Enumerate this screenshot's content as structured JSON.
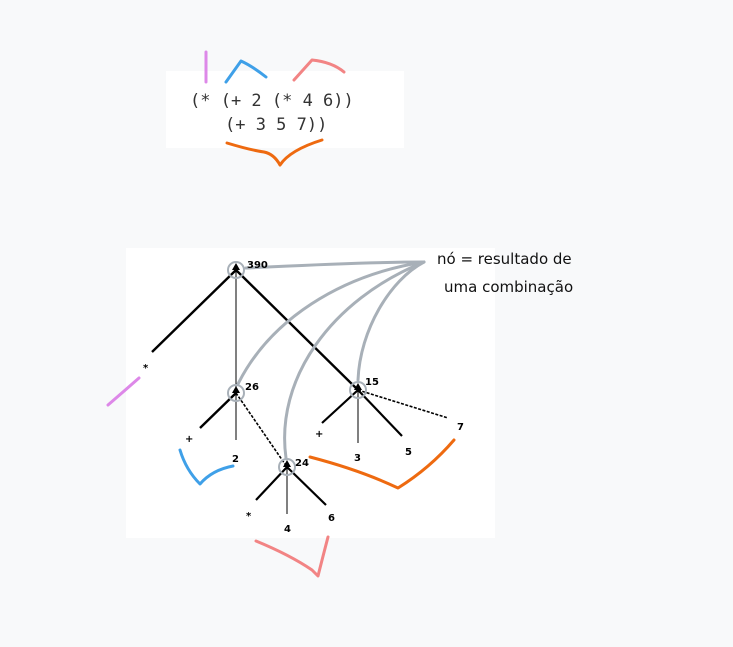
{
  "code": {
    "line1": "(* (+ 2 (* 4 6))",
    "line2": "(+ 3 5 7))"
  },
  "annotation": {
    "line1": "nó = resultado de",
    "line2": "uma combinação"
  },
  "tree": {
    "root_value": "390",
    "root_operator": "*",
    "left_value": "26",
    "left_operator": "+",
    "left_leaf": "2",
    "inner_value": "24",
    "inner_operator": "*",
    "inner_leaf_a": "4",
    "inner_leaf_b": "6",
    "right_value": "15",
    "right_operator": "+",
    "right_leaf_a": "3",
    "right_leaf_b": "5",
    "right_leaf_c": "7"
  },
  "colors": {
    "multiply_outer": "#dd88e8",
    "addition_inner": "#3fa0e8",
    "multiply_inner": "#f28484",
    "addition_outer": "#ee6a10",
    "node_pointer": "#a8b0b8"
  }
}
